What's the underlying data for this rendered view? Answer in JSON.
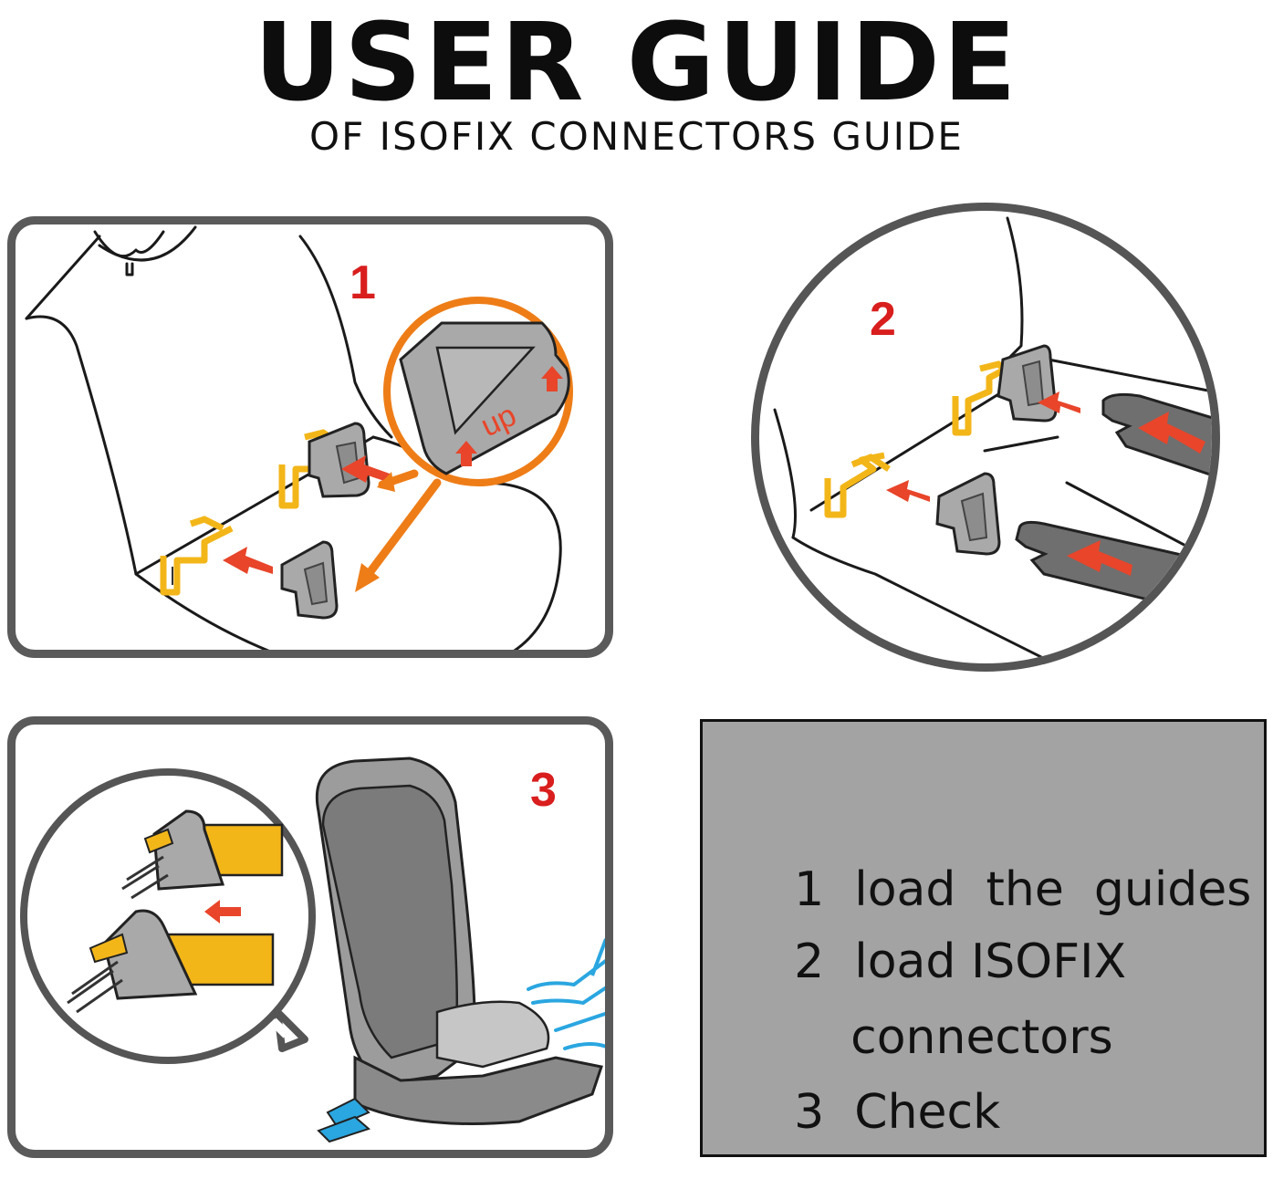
{
  "header": {
    "title": "USER GUIDE",
    "subtitle": "OF ISOFIX CONNECTORS GUIDE"
  },
  "steps": [
    {
      "number": "1",
      "inset_label": "up"
    },
    {
      "number": "2"
    },
    {
      "number": "3"
    }
  ],
  "legend": {
    "lines": [
      {
        "num": "1",
        "text": "load  the  guides"
      },
      {
        "num": "2",
        "text": "load ISOFIX"
      },
      {
        "num": "",
        "text": "connectors"
      },
      {
        "num": "3",
        "text": "Check"
      }
    ]
  },
  "colors": {
    "step_number": "#d91e1e",
    "arrow_red": "#e8452a",
    "arrow_orange": "#ee7d17",
    "guide_yellow": "#f3b619",
    "connector_grey": "#a9a9a9",
    "frame_grey": "#5a5a5a",
    "legend_bg": "#a3a3a3",
    "hand_blue": "#2aa6e0"
  }
}
